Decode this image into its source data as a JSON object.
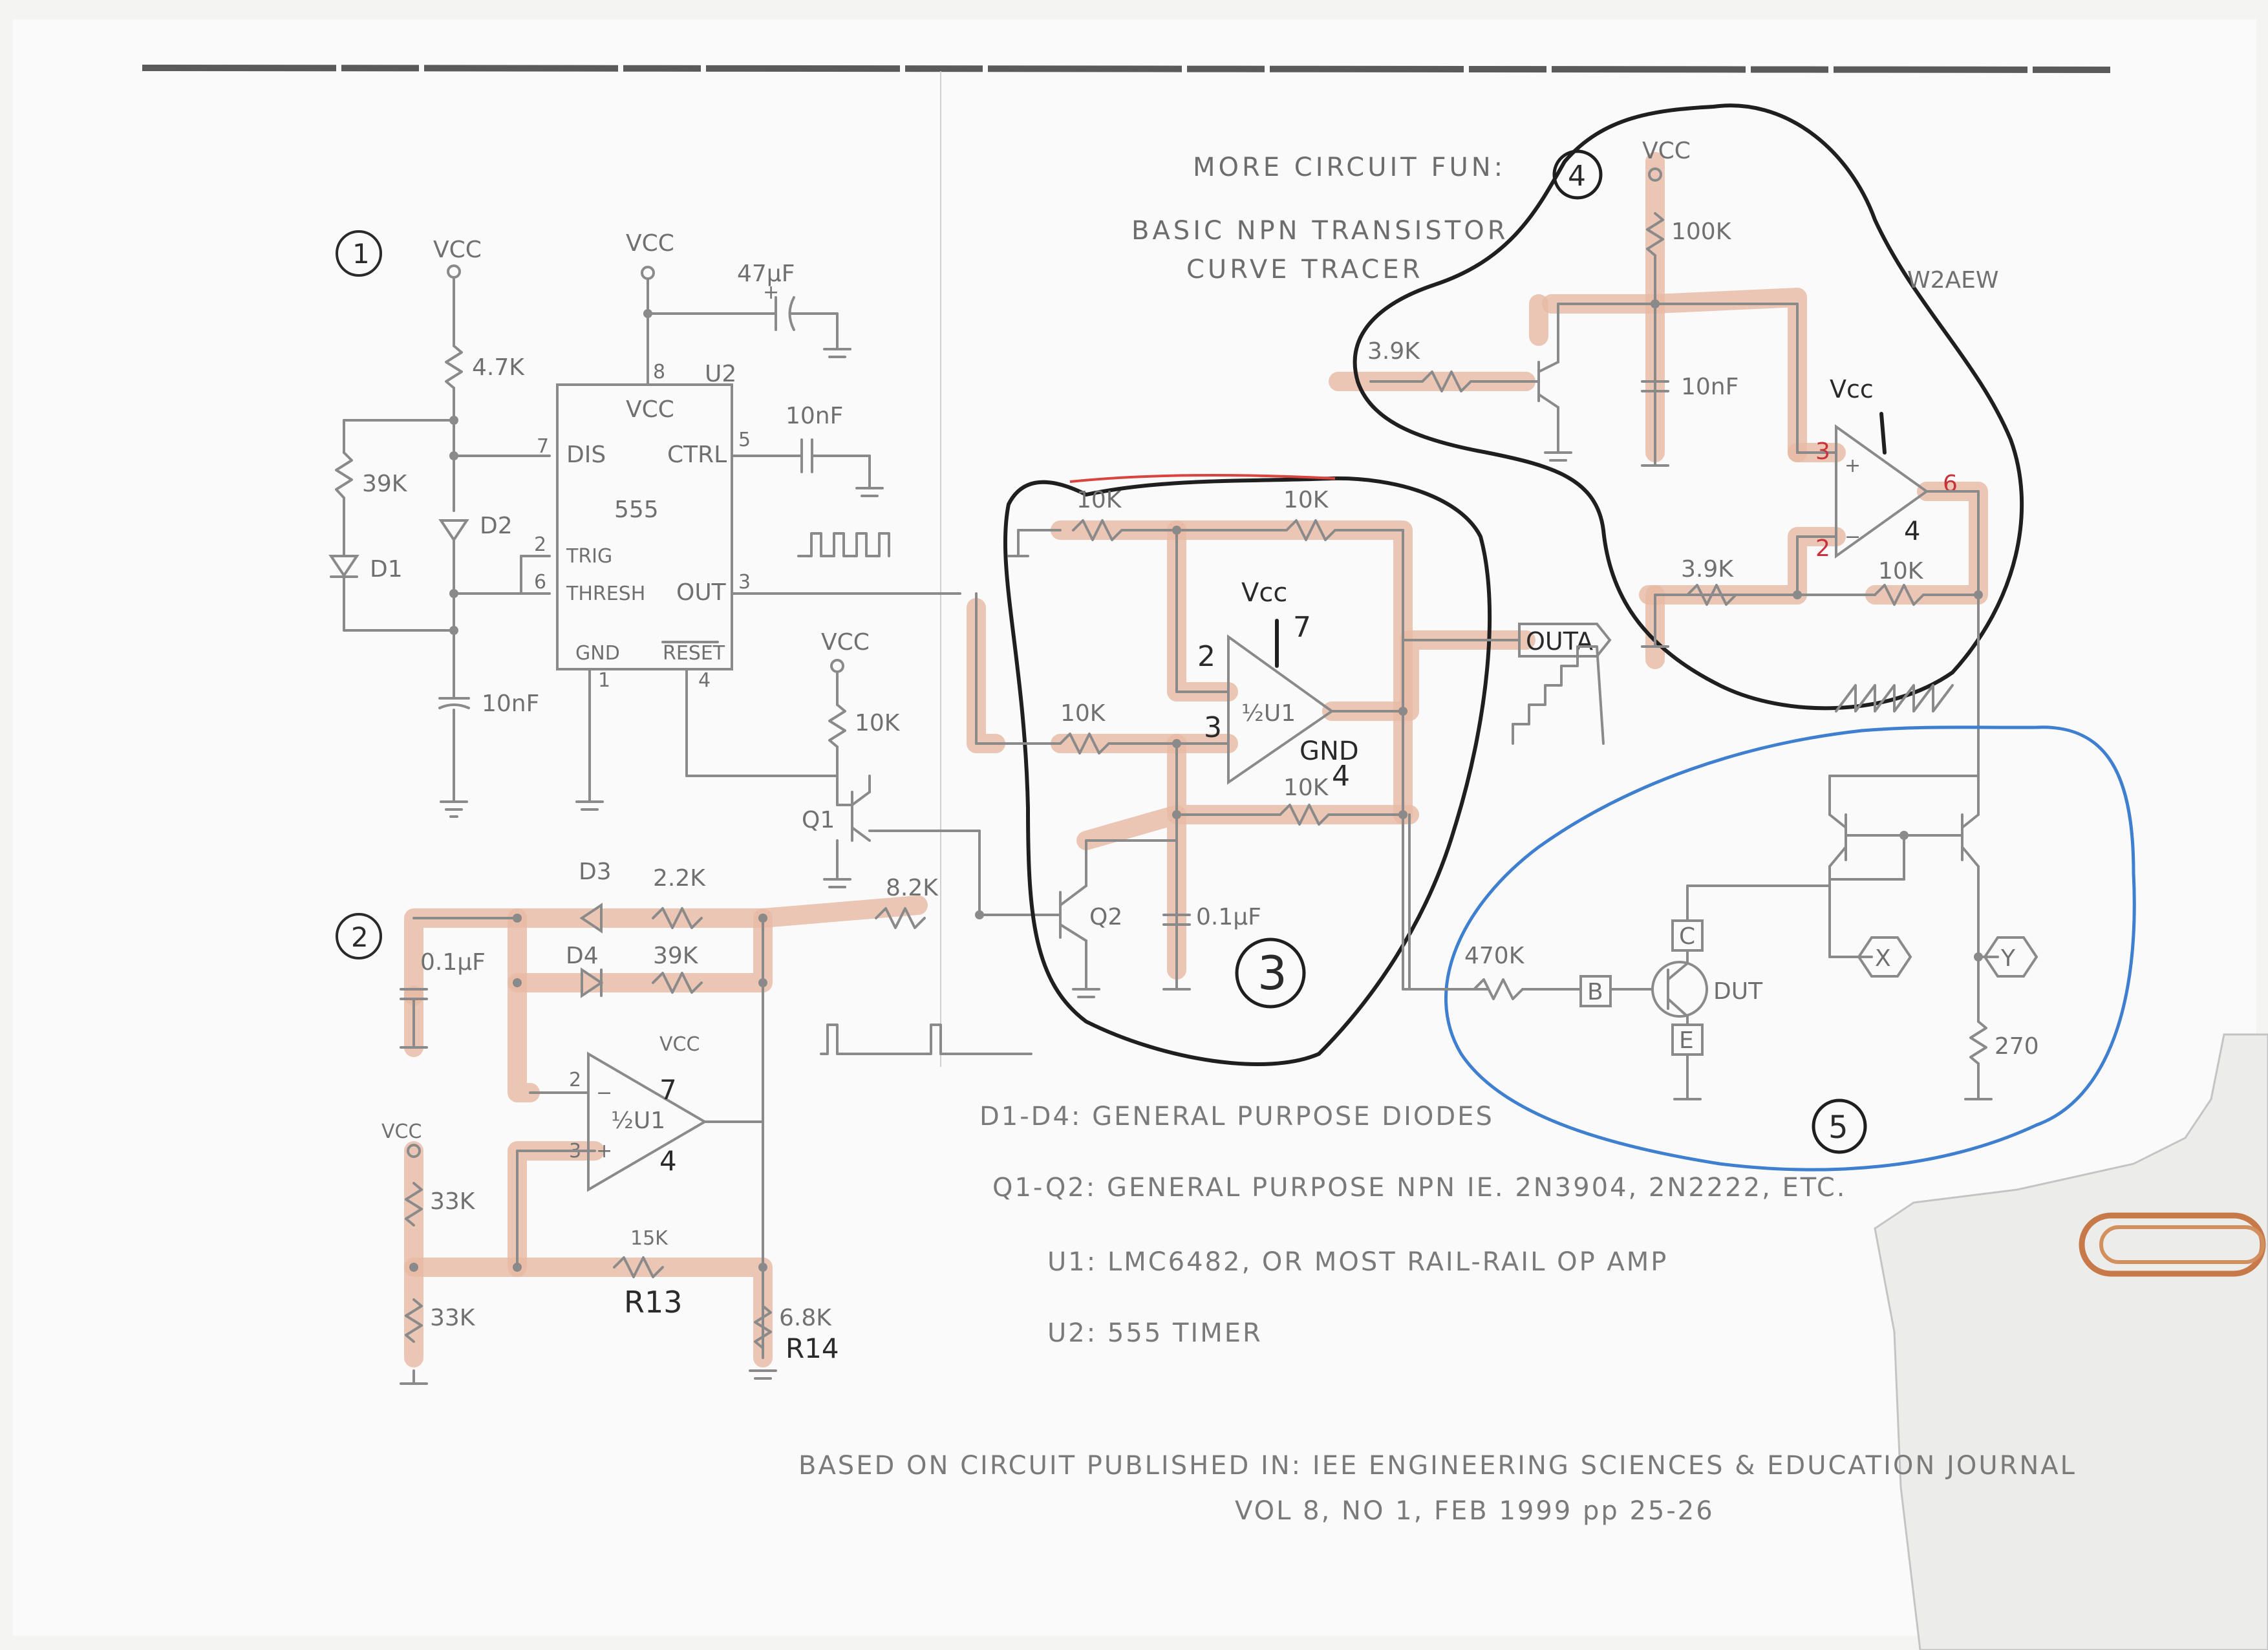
{
  "title": {
    "line1": "MORE CIRCUIT FUN:",
    "line2": "BASIC NPN TRANSISTOR",
    "line3": "CURVE TRACER",
    "author": "W2AEW"
  },
  "sections": {
    "s1": "1",
    "s2": "2",
    "s3": "3",
    "s4": "4",
    "s5": "5"
  },
  "section1": {
    "vcc_a": "VCC",
    "vcc_b": "VCC",
    "r_47k": "4.7K",
    "r_39k": "39K",
    "d1": "D1",
    "d2": "D2",
    "c_10nf_a": "10nF",
    "c_47uf": "47μF",
    "c_10nf_b": "10nF",
    "ic_name": "555",
    "ic_ref": "U2",
    "ic_vcc": "VCC",
    "pin_dis": "DIS",
    "pin_trig": "TRIG",
    "pin_thresh": "THRESH",
    "pin_ctrl": "CTRL",
    "pin_out": "OUT",
    "pin_gnd": "GND",
    "pin_reset": "RESET",
    "pin_8": "8",
    "pin_7": "7",
    "pin_2": "2",
    "pin_6": "6",
    "pin_5": "5",
    "pin_3": "3",
    "pin_1": "1",
    "pin_4": "4"
  },
  "section2": {
    "d3": "D3",
    "d4": "D4",
    "r_22k": "2.2K",
    "r_39k": "39K",
    "c_01uf": "0.1μF",
    "vcc_op": "VCC",
    "vcc_div": "VCC",
    "op_name": "½U1",
    "op_pin7": "7",
    "op_pin4": "4",
    "op_pin2": "2",
    "op_pin3": "3",
    "r_33k_a": "33K",
    "r_33k_b": "33K",
    "r_15k": "15K",
    "r13": "R13",
    "r_68k": "6.8K",
    "r14": "R14"
  },
  "section_q": {
    "vcc": "VCC",
    "r_10k": "10K",
    "q1": "Q1",
    "r_82k": "8.2K",
    "q2": "Q2"
  },
  "section3": {
    "r_10k_a": "10K",
    "r_10k_b": "10K",
    "r_10k_c": "10K",
    "r_10k_d": "10K",
    "op_name": "½U1",
    "vcc": "Vcc",
    "pin7": "7",
    "pin2": "2",
    "pin3": "3",
    "gnd": "GND",
    "pin4": "4",
    "c_01uf": "0.1μF",
    "outa": "OUTA"
  },
  "section4": {
    "vcc": "VCC",
    "r_100k": "100K",
    "r_39k_a": "3.9K",
    "c_10nf": "10nF",
    "op_vcc": "Vcc",
    "pin3": "3",
    "pin2": "2",
    "pin6": "6",
    "pin4": "4",
    "r_39k_b": "3.9K",
    "r_10k": "10K"
  },
  "section5": {
    "r_470k": "470K",
    "b": "B",
    "c": "C",
    "e": "E",
    "dut": "DUT",
    "x": "X",
    "y": "Y",
    "r_270": "270"
  },
  "notes": {
    "diodes": "D1-D4: GENERAL PURPOSE DIODES",
    "transistors": "Q1-Q2: GENERAL PURPOSE NPN IE. 2N3904, 2N2222, ETC.",
    "opamp": "U1: LMC6482, OR MOST RAIL-RAIL OP AMP",
    "timer": "U2: 555 TIMER",
    "source1": "BASED ON CIRCUIT PUBLISHED IN: IEE ENGINEERING SCIENCES & EDUCATION JOURNAL",
    "source2": "VOL 8, NO 1, FEB 1999  pp 25-26"
  },
  "colors": {
    "paper": "#f4f4f2",
    "pencil": "#8a8a8a",
    "highlight": "#e7b9a3",
    "black_outline": "#1f1f1f",
    "blue_outline": "#3f7fcf",
    "red_marks": "#c8323a"
  }
}
